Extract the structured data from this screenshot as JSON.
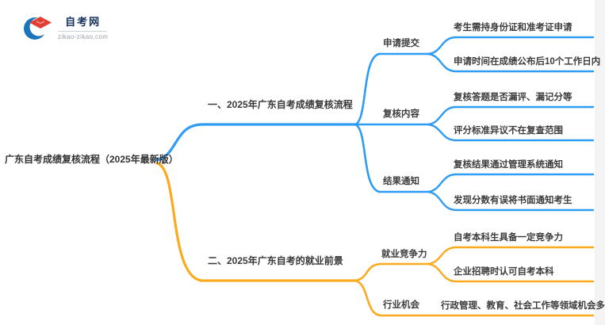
{
  "logo": {
    "site_name": "自考网",
    "site_domain": "zikao-zikao.com"
  },
  "colors": {
    "branch1_blue": "#2e9bf4",
    "branch2_orange": "#fbaa1e",
    "text": "#3a3a3a",
    "logo_navy": "#16335e",
    "logo_red": "#e23e32",
    "logo_blue": "#1b75bb"
  },
  "root": {
    "label": "广东自考成绩复核流程（2025年最新版）"
  },
  "branches": [
    {
      "label": "一、2025年广东自考成绩复核流程",
      "color": "#2e9bf4",
      "nodes": [
        {
          "label": "申请提交",
          "leaves": [
            "考生需持身份证和准考证申请",
            "申请时间在成绩公布后10个工作日内"
          ]
        },
        {
          "label": "复核内容",
          "leaves": [
            "复核答题是否漏评、漏记分等",
            "评分标准异议不在复查范围"
          ]
        },
        {
          "label": "结果通知",
          "leaves": [
            "复核结果通过管理系统通知",
            "发现分数有误将书面通知考生"
          ]
        }
      ]
    },
    {
      "label": "二、2025年广东自考的就业前景",
      "color": "#fbaa1e",
      "nodes": [
        {
          "label": "就业竞争力",
          "leaves": [
            "自考本科生具备一定竞争力",
            "企业招聘时认可自考本科"
          ]
        },
        {
          "label": "行业机会",
          "leaves": [
            "行政管理、教育、社会工作等领域机会多"
          ]
        }
      ]
    }
  ]
}
